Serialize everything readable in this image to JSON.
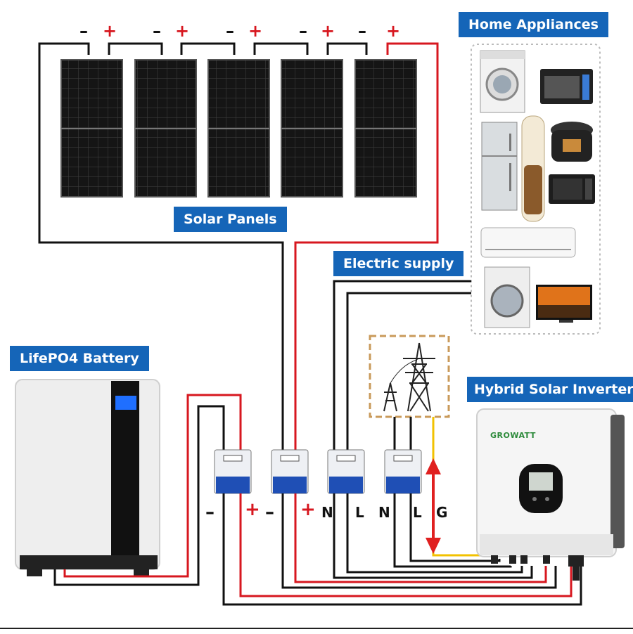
{
  "labels": {
    "home_appliances": "Home Appliances",
    "solar_panels": "Solar Panels",
    "electric_supply": "Electric supply",
    "battery": "LifePO4 Battery",
    "inverter": "Hybrid Solar Inverter"
  },
  "panel_polarity": {
    "minus": "–",
    "plus": "+"
  },
  "inverter_brand": "GROWATT",
  "terminals": {
    "battery_minus": "–",
    "battery_plus": "+",
    "pv_minus": "–",
    "pv_plus": "+",
    "grid_n": "N",
    "grid_l": "L",
    "load_n": "N",
    "load_l": "L",
    "ground": "G"
  },
  "colors": {
    "label_bg": "#1565b8",
    "positive_wire": "#d7171f",
    "negative_wire": "#111111",
    "ground_wire": "#f2c200",
    "breaker_blue": "#1f4fb5"
  },
  "icons": {
    "panels": "solar-panel-icon",
    "battery": "battery-cabinet-icon",
    "inverter": "inverter-icon",
    "grid": "transmission-tower-icon",
    "breakers": "circuit-breaker-icon",
    "appliances": [
      "washing-machine-icon",
      "oven-icon",
      "fridge-icon",
      "ac-tower-icon",
      "rice-cooker-icon",
      "microwave-icon",
      "ac-split-icon",
      "front-loader-icon",
      "tv-icon"
    ]
  }
}
